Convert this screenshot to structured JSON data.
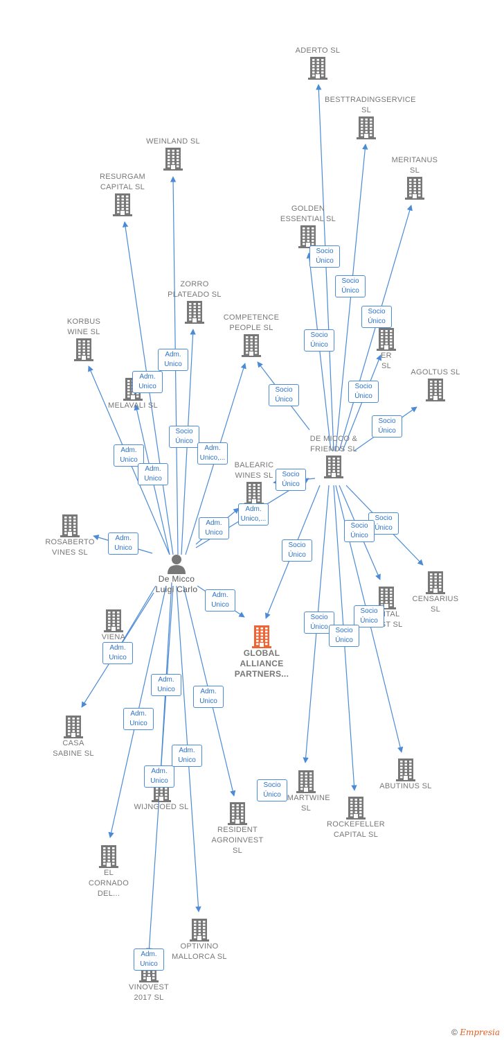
{
  "colors": {
    "edge": "#4a8ad6",
    "building": "#777777",
    "center_building": "#ee6433",
    "badge_text": "#2d72c8"
  },
  "nodes": [
    {
      "id": "person",
      "label": "De Micco\nLuigi Carlo",
      "kind": "person"
    },
    {
      "id": "demf",
      "label": "DE MICCO &\nFRIENDS  SL",
      "kind": "company"
    },
    {
      "id": "global",
      "label": "GLOBAL\nALLIANCE\nPARTNERS...",
      "kind": "center"
    },
    {
      "id": "aderto",
      "label": "ADERTO  SL",
      "kind": "company"
    },
    {
      "id": "besttrading",
      "label": "BESTTRADINGSERVICE\nSL",
      "kind": "company"
    },
    {
      "id": "meritanus",
      "label": "MERITANUS\nSL",
      "kind": "company"
    },
    {
      "id": "golden",
      "label": "GOLDEN\nESSENTIAL  SL",
      "kind": "company"
    },
    {
      "id": "er",
      "label": "ER\nSL",
      "kind": "company"
    },
    {
      "id": "agoltus",
      "label": "AGOLTUS  SL",
      "kind": "company"
    },
    {
      "id": "weinland",
      "label": "WEINLAND  SL",
      "kind": "company"
    },
    {
      "id": "resurgam",
      "label": "RESURGAM\nCAPITAL  SL",
      "kind": "company"
    },
    {
      "id": "zorro",
      "label": "ZORRO\nPLATEADO  SL",
      "kind": "company"
    },
    {
      "id": "competence",
      "label": "COMPETENCE\nPEOPLE  SL",
      "kind": "company"
    },
    {
      "id": "korbus",
      "label": "KORBUS\nWINE  SL",
      "kind": "company"
    },
    {
      "id": "melavali",
      "label": "MELAVALI  SL",
      "kind": "company"
    },
    {
      "id": "balearic",
      "label": "BALEARIC\nWINES  SL",
      "kind": "company"
    },
    {
      "id": "rosaberto",
      "label": "ROSABERTO\nVINES  SL",
      "kind": "company"
    },
    {
      "id": "viena",
      "label": "VIENA\nVE",
      "kind": "company"
    },
    {
      "id": "casasabine",
      "label": "CASA\nSABINE  SL",
      "kind": "company"
    },
    {
      "id": "wijngoed",
      "label": "WIJNGOED  SL",
      "kind": "company"
    },
    {
      "id": "resident",
      "label": "RESIDENT\nAGROINVEST\nSL",
      "kind": "company"
    },
    {
      "id": "elcornado",
      "label": "EL\nCORNADO\nDEL...",
      "kind": "company"
    },
    {
      "id": "optivino",
      "label": "OPTIVINO\nMALLORCA  SL",
      "kind": "company"
    },
    {
      "id": "vinovest",
      "label": "VINOVEST\n2017  SL",
      "kind": "company"
    },
    {
      "id": "censarius",
      "label": "CENSARIUS\nSL",
      "kind": "company"
    },
    {
      "id": "capital",
      "label": "APITAL\nVEST  SL",
      "kind": "company"
    },
    {
      "id": "abutinus",
      "label": "ABUTINUS  SL",
      "kind": "company"
    },
    {
      "id": "smartwine",
      "label": "SMARTWINE\nSL",
      "kind": "company"
    },
    {
      "id": "rockefeller",
      "label": "ROCKEFELLER\nCAPITAL  SL",
      "kind": "company"
    }
  ],
  "edges": [
    {
      "from": "person",
      "to": "weinland",
      "label": "Adm.\nUnico"
    },
    {
      "from": "person",
      "to": "resurgam",
      "label": "Adm.\nUnico"
    },
    {
      "from": "person",
      "to": "zorro",
      "label": "Socio\nÚnico"
    },
    {
      "from": "person",
      "to": "competence",
      "label": "Adm.\nUnico,..."
    },
    {
      "from": "person",
      "to": "korbus",
      "label": "Adm.\nUnico"
    },
    {
      "from": "person",
      "to": "melavali",
      "label": "Adm.\nUnico"
    },
    {
      "from": "person",
      "to": "demf",
      "label": "Adm.\nUnico,..."
    },
    {
      "from": "person",
      "to": "balearic",
      "label": "Adm.\nUnico"
    },
    {
      "from": "person",
      "to": "rosaberto",
      "label": "Adm.\nUnico"
    },
    {
      "from": "person",
      "to": "global",
      "label": "Adm.\nUnico"
    },
    {
      "from": "person",
      "to": "viena",
      "label": "Adm.\nUnico"
    },
    {
      "from": "person",
      "to": "casasabine",
      "label": "Adm.\nUnico"
    },
    {
      "from": "person",
      "to": "wijngoed",
      "label": "Adm.\nUnico"
    },
    {
      "from": "person",
      "to": "resident",
      "label": "Adm.\nUnico"
    },
    {
      "from": "person",
      "to": "elcornado",
      "label": "Adm.\nUnico"
    },
    {
      "from": "person",
      "to": "optivino",
      "label": "Adm.\nUnico"
    },
    {
      "from": "person",
      "to": "vinovest",
      "label": "Adm.\nUnico"
    },
    {
      "from": "demf",
      "to": "aderto",
      "label": "Socio\nÚnico"
    },
    {
      "from": "demf",
      "to": "besttrading",
      "label": "Socio\nÚnico"
    },
    {
      "from": "demf",
      "to": "meritanus",
      "label": "Socio\nÚnico"
    },
    {
      "from": "demf",
      "to": "golden",
      "label": "Socio\nÚnico"
    },
    {
      "from": "demf",
      "to": "er",
      "label": "Socio\nÚnico"
    },
    {
      "from": "demf",
      "to": "agoltus",
      "label": "Socio\nÚnico"
    },
    {
      "from": "demf",
      "to": "competence",
      "label": "Socio\nÚnico"
    },
    {
      "from": "demf",
      "to": "balearic",
      "label": "Socio\nÚnico"
    },
    {
      "from": "demf",
      "to": "global",
      "label": "Socio\nÚnico"
    },
    {
      "from": "demf",
      "to": "censarius",
      "label": "Socio\nÚnico"
    },
    {
      "from": "demf",
      "to": "capital",
      "label": "Socio\nÚnico"
    },
    {
      "from": "demf",
      "to": "abutinus",
      "label": "Socio\nÚnico"
    },
    {
      "from": "demf",
      "to": "smartwine",
      "label": "Socio\nÚnico"
    },
    {
      "from": "demf",
      "to": "rockefeller",
      "label": "Socio\nÚnico"
    },
    {
      "from": "demf",
      "to": "smartwine",
      "label": "Socio\nÚnico"
    }
  ],
  "footer": {
    "copyright": "©",
    "brand": "Empresia"
  }
}
